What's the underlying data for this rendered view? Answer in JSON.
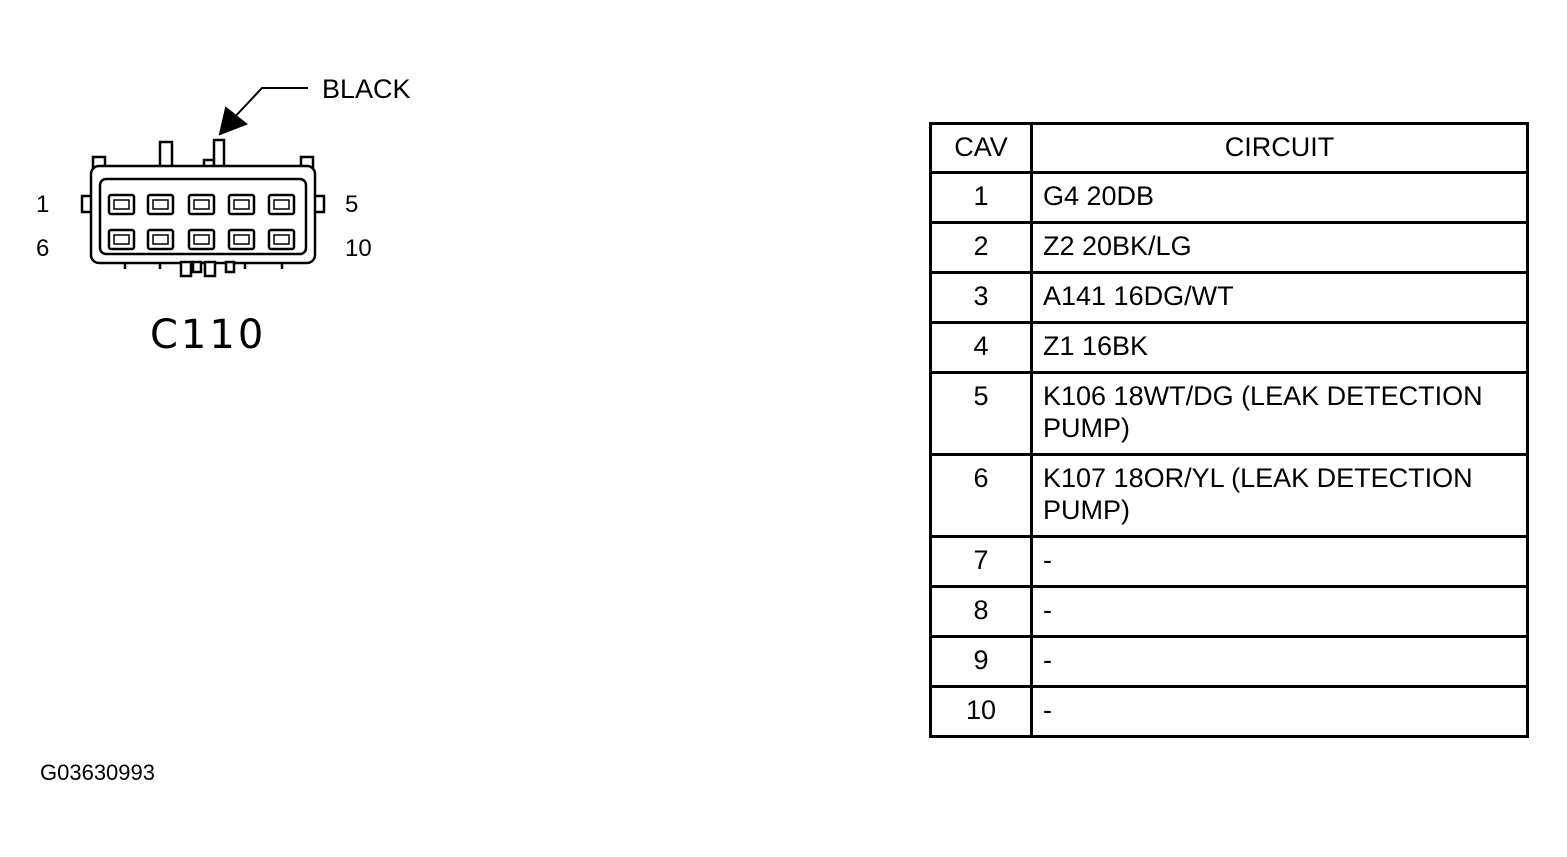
{
  "connector": {
    "name": "C110",
    "color_label": "BLACK",
    "pin_labels": {
      "top_left": "1",
      "top_right": "5",
      "bottom_left": "6",
      "bottom_right": "10"
    }
  },
  "table": {
    "headers": {
      "cav": "CAV",
      "circuit": "CIRCUIT"
    },
    "rows": [
      {
        "cav": "1",
        "circuit": "G4 20DB"
      },
      {
        "cav": "2",
        "circuit": "Z2 20BK/LG"
      },
      {
        "cav": "3",
        "circuit": "A141 16DG/WT"
      },
      {
        "cav": "4",
        "circuit": "Z1 16BK"
      },
      {
        "cav": "5",
        "circuit": "K106 18WT/DG (LEAK DETECTION PUMP)"
      },
      {
        "cav": "6",
        "circuit": "K107 18OR/YL (LEAK DETECTION PUMP)"
      },
      {
        "cav": "7",
        "circuit": "-"
      },
      {
        "cav": "8",
        "circuit": "-"
      },
      {
        "cav": "9",
        "circuit": "-"
      },
      {
        "cav": "10",
        "circuit": "-"
      }
    ]
  },
  "figure_id": "G03630993"
}
